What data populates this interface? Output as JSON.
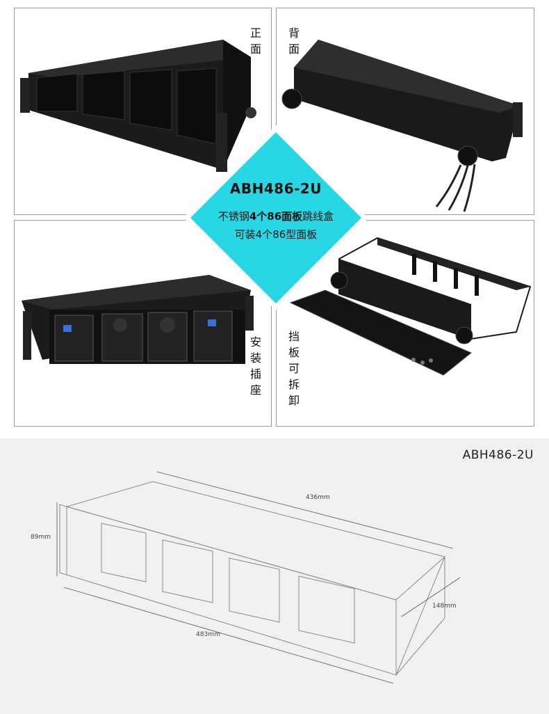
{
  "views": {
    "front": "正面",
    "back": "背面",
    "install": "安装插座",
    "removable": "挡板可拆卸"
  },
  "center": {
    "title": "ABH486-2U",
    "line1_pre": "不锈钢",
    "line1_bold": "4个86面板",
    "line1_post": "跳线盒",
    "line2": "可装4个86型面板",
    "accent": "#27d8e4"
  },
  "drawing": {
    "model": "ABH486-2U",
    "dim_depth": "436mm",
    "dim_height": "89mm",
    "dim_side": "148mm",
    "dim_width": "483mm"
  }
}
